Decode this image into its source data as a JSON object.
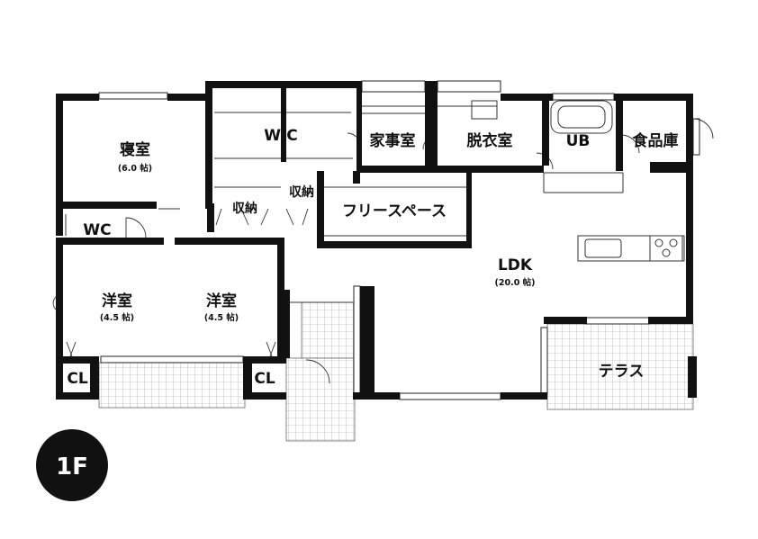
{
  "floor_label": "1F",
  "rooms": {
    "bedroom": {
      "name": "寝室",
      "size": "(6.0 帖)"
    },
    "wic": {
      "name": "WIC"
    },
    "housework": {
      "name": "家事室"
    },
    "dressing": {
      "name": "脱衣室"
    },
    "ub": {
      "name": "UB"
    },
    "pantry": {
      "name": "食品庫"
    },
    "storage_1": {
      "name": "収納"
    },
    "storage_2": {
      "name": "収納"
    },
    "free_space": {
      "name": "フリースペース"
    },
    "wc": {
      "name": "WC"
    },
    "ldk": {
      "name": "LDK",
      "size": "(20.0 帖)"
    },
    "western_1": {
      "name": "洋室",
      "size": "(4.5 帖)"
    },
    "western_2": {
      "name": "洋室",
      "size": "(4.5 帖)"
    },
    "closet_1": {
      "name": "CL"
    },
    "closet_2": {
      "name": "CL"
    },
    "terrace": {
      "name": "テラス"
    }
  }
}
